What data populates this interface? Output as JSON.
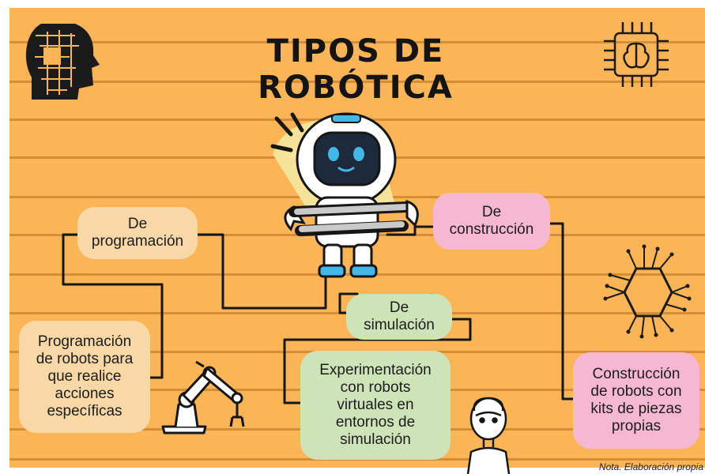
{
  "title": "TIPOS DE ROBÓTICA",
  "categories": [
    {
      "id": "programacion",
      "label": "De\nprogramación",
      "description": "Programación\nde robots para\nque realice\nacciones\nespecíficas",
      "color": "#f8d8a6"
    },
    {
      "id": "simulacion",
      "label": "De\nsimulación",
      "description": "Experimentación\ncon robots\nvirtuales en\nentornos de\nsimulación",
      "color": "#cfe3b8"
    },
    {
      "id": "construccion",
      "label": "De\nconstrucción",
      "description": "Construcción\nde robots con\nkits de piezas\npropias",
      "color": "#f6b7d3"
    }
  ],
  "note": "Nota. Elaboración propia",
  "icons": [
    "circuit-head-icon",
    "brain-chip-icon",
    "astronaut-robot-icon",
    "hexagon-circuit-icon",
    "robot-arm-icon",
    "humanoid-robot-icon"
  ]
}
